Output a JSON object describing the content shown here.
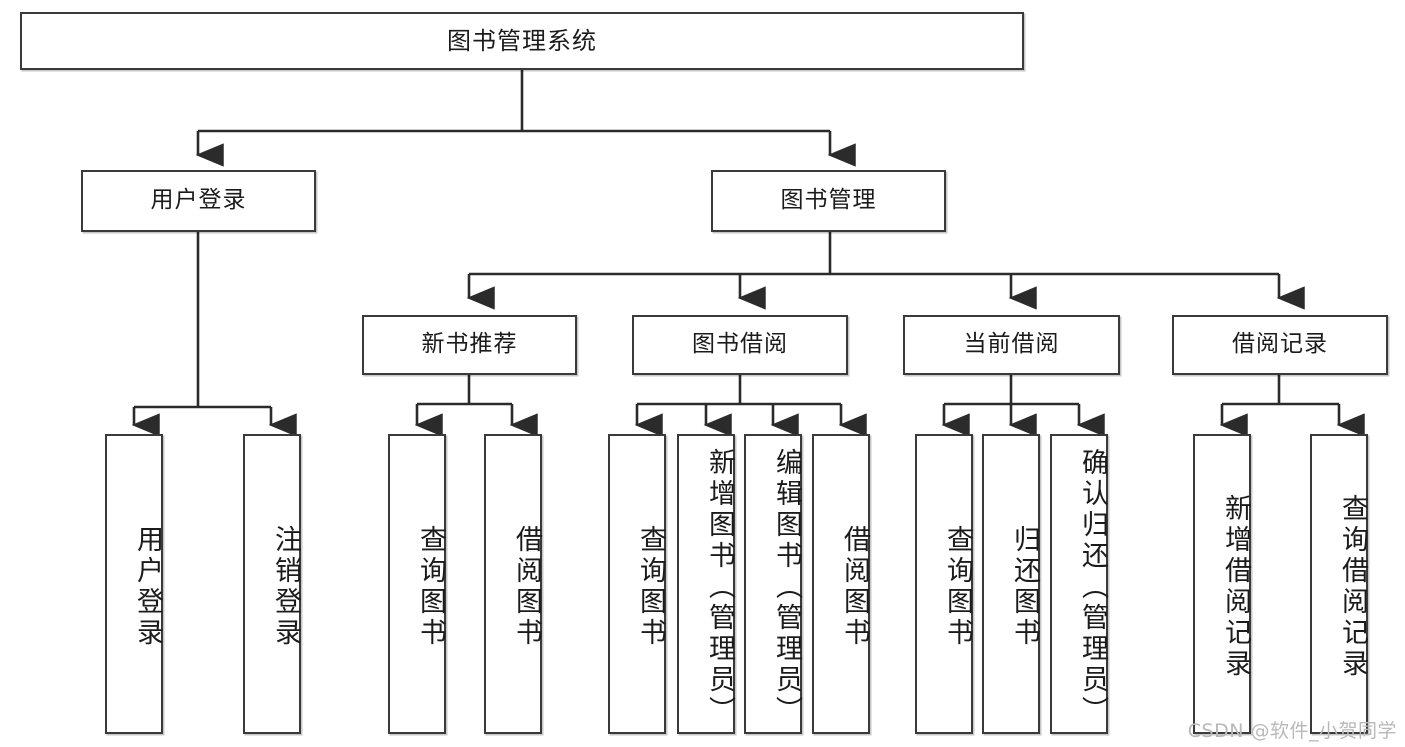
{
  "diagram": {
    "title": "图书管理系统",
    "watermark": "CSDN @软件_小贺同学",
    "theme": {
      "background": "#ffffff",
      "box_border": "#3a3a3a",
      "box_fill": "#ffffff",
      "text": "#1b1b1b",
      "connector": "#2b2b2b",
      "watermark_color": "#b9b9b9"
    },
    "levels": {
      "root": "图书管理系统",
      "level2": [
        "用户登录",
        "图书管理"
      ],
      "level3": [
        "新书推荐",
        "图书借阅",
        "当前借阅",
        "借阅记录"
      ]
    },
    "nodes": {
      "root": {
        "label": "图书管理系统"
      },
      "user_login": {
        "label": "用户登录"
      },
      "book_manage": {
        "label": "图书管理"
      },
      "new_book_rec": {
        "label": "新书推荐"
      },
      "book_borrow": {
        "label": "图书借阅"
      },
      "current_borrow": {
        "label": "当前借阅"
      },
      "borrow_record": {
        "label": "借阅记录"
      },
      "leaf_user_login": {
        "label": "用户登录"
      },
      "leaf_logout": {
        "label": "注销登录"
      },
      "leaf_query_book_1": {
        "label": "查询图书"
      },
      "leaf_borrow_book_1": {
        "label": "借阅图书"
      },
      "leaf_query_book_2": {
        "label": "查询图书"
      },
      "leaf_add_book": {
        "label": "新增图书（管理员）"
      },
      "leaf_edit_book": {
        "label": "编辑图书（管理员）"
      },
      "leaf_borrow_book_2": {
        "label": "借阅图书"
      },
      "leaf_query_book_3": {
        "label": "查询图书"
      },
      "leaf_return_book": {
        "label": "归还图书"
      },
      "leaf_confirm_return": {
        "label": "确认归还（管理员）"
      },
      "leaf_add_record": {
        "label": "新增借阅记录"
      },
      "leaf_query_record": {
        "label": "查询借阅记录"
      }
    },
    "edges": [
      {
        "from": "root",
        "to": "user_login"
      },
      {
        "from": "root",
        "to": "book_manage"
      },
      {
        "from": "user_login",
        "to": "leaf_user_login"
      },
      {
        "from": "user_login",
        "to": "leaf_logout"
      },
      {
        "from": "book_manage",
        "to": "new_book_rec"
      },
      {
        "from": "book_manage",
        "to": "book_borrow"
      },
      {
        "from": "book_manage",
        "to": "current_borrow"
      },
      {
        "from": "book_manage",
        "to": "borrow_record"
      },
      {
        "from": "new_book_rec",
        "to": "leaf_query_book_1"
      },
      {
        "from": "new_book_rec",
        "to": "leaf_borrow_book_1"
      },
      {
        "from": "book_borrow",
        "to": "leaf_query_book_2"
      },
      {
        "from": "book_borrow",
        "to": "leaf_add_book"
      },
      {
        "from": "book_borrow",
        "to": "leaf_edit_book"
      },
      {
        "from": "book_borrow",
        "to": "leaf_borrow_book_2"
      },
      {
        "from": "current_borrow",
        "to": "leaf_query_book_3"
      },
      {
        "from": "current_borrow",
        "to": "leaf_return_book"
      },
      {
        "from": "current_borrow",
        "to": "leaf_confirm_return"
      },
      {
        "from": "borrow_record",
        "to": "leaf_add_record"
      },
      {
        "from": "borrow_record",
        "to": "leaf_query_record"
      }
    ]
  }
}
